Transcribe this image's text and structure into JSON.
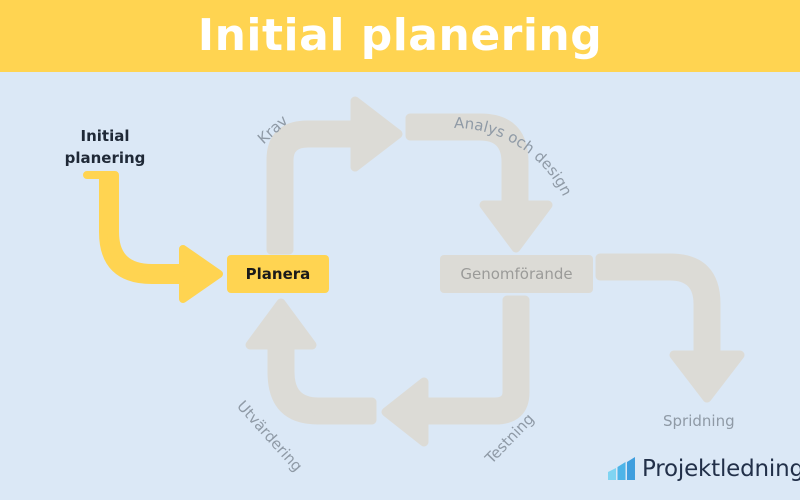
{
  "banner": {
    "title": "Initial planering",
    "background_color": "#ffd451",
    "title_color": "#ffffff"
  },
  "page": {
    "background_color": "#dbe8f6"
  },
  "diagram": {
    "type": "cycle-flow",
    "entry": {
      "label": "Initial planering",
      "arrow_color": "#ffd451",
      "arrow_name": "initial-planering-arrow"
    },
    "nodes": [
      {
        "id": "planera",
        "label": "Planera",
        "fill": "#ffd451",
        "text_color": "#1a1a1a"
      },
      {
        "id": "genomforande",
        "label": "Genomförande",
        "fill": "#dcdbd6",
        "text_color": "#9b9b99"
      }
    ],
    "arrow_labels": [
      {
        "id": "krav",
        "label": "Krav"
      },
      {
        "id": "analys",
        "label": "Analys och design"
      },
      {
        "id": "testning",
        "label": "Testning"
      },
      {
        "id": "utvardering",
        "label": "Utvärdering"
      },
      {
        "id": "spridning",
        "label": "Spridning"
      }
    ],
    "arrow_color": "#dcdbd6",
    "label_color": "#8f9aa6"
  },
  "logo": {
    "text": "Projektledning",
    "text_color": "#223049",
    "bar_colors": [
      "#7fd4f2",
      "#4db4e8",
      "#3f9ede"
    ]
  }
}
